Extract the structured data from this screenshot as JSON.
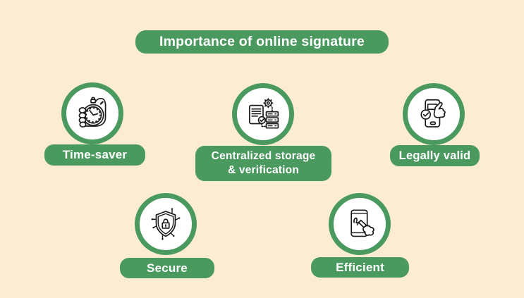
{
  "title": "Importance of online signature",
  "colors": {
    "background": "#fdecd4",
    "accent_green": "#4a9a5f",
    "icon_stroke": "#1c1c1c",
    "label_text": "#ffffff",
    "circle_fill": "#ffffff"
  },
  "items": [
    {
      "id": "time-saver",
      "label": "Time-saver",
      "icon": "stopwatch-in-hand-icon"
    },
    {
      "id": "centralized-storage-verification",
      "label": "Centralized storage & verification",
      "label_lines": [
        "Centralized storage",
        "& verification"
      ],
      "icon": "centralized-storage-icon"
    },
    {
      "id": "legally-valid",
      "label": "Legally valid",
      "icon": "phone-tap-checkmark-icon"
    },
    {
      "id": "secure",
      "label": "Secure",
      "icon": "shield-lock-icon"
    },
    {
      "id": "efficient",
      "label": "Efficient",
      "icon": "tablet-signature-icon"
    }
  ]
}
